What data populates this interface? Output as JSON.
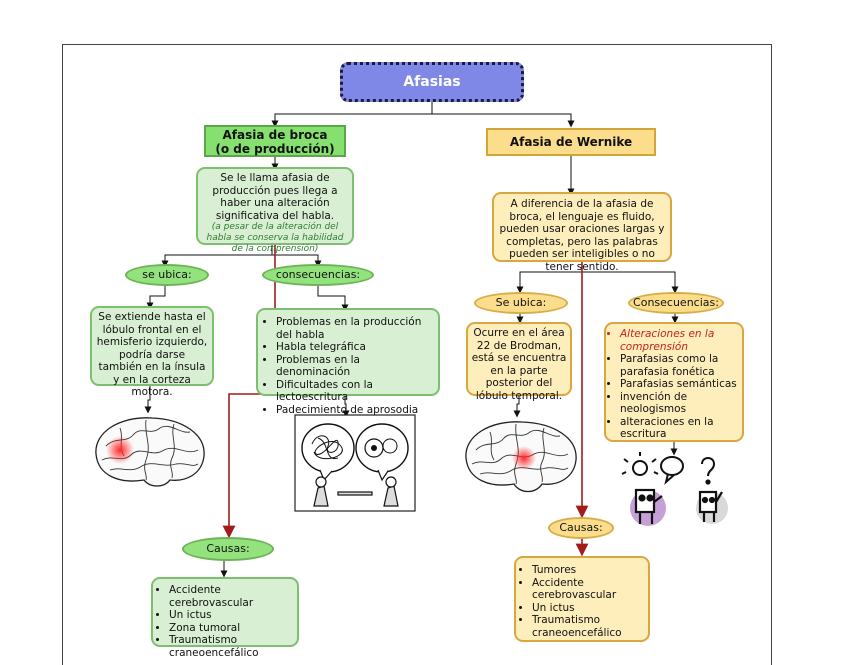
{
  "title": "Afasias",
  "broca": {
    "header_line1": "Afasia de broca",
    "header_line2": "(o de producción)",
    "description": "Se le llama afasia de producción pues llega a haber una alteración significativa del habla.",
    "note": "(a pesar de la alteración del habla se conserva la habilidad de la comprensión)",
    "location_label": "se ubica:",
    "location_text": "Se extiende hasta el lóbulo frontal en el hemisferio izquierdo, podría darse también en la ínsula y en la corteza motora.",
    "consequences_label": "consecuencias:",
    "consequences": [
      "Problemas en la producción del habla",
      "Habla telegráfica",
      "Problemas en la denominación",
      "Dificultades con la lectoescritura",
      "Padecimiento de aprosodia"
    ],
    "causes_label": "Causas:",
    "causes": [
      "Accidente cerebrovascular",
      "Un ictus",
      "Zona tumoral",
      "Traumatismo craneoencefálico"
    ]
  },
  "wernike": {
    "header": "Afasia de Wernike",
    "description": "A diferencia de la afasia de broca, el lenguaje es fluido, pueden usar oraciones largas y completas, pero las palabras pueden ser inteligibles o no tener sentido.",
    "location_label": "Se ubica:",
    "location_text": "Ocurre en el área 22 de Brodman, está se encuentra en la parte posterior del lóbulo temporal.",
    "consequences_label": "Consecuencias:",
    "consequences_highlight": "Alteraciones en la comprensión",
    "consequences": [
      "Parafasias como la parafasia fonética",
      "Parafasias semánticas",
      "invención de neologismos",
      "alteraciones en la escritura"
    ],
    "causes_label": "Causas:",
    "causes": [
      "Tumores",
      "Accidente cerebrovascular",
      "Un ictus",
      "Traumatismo craneoencefálico"
    ]
  },
  "colors": {
    "title_fill": "#7f88e6",
    "green_fill": "#d9efd3",
    "yellow_fill": "#fdeebc",
    "red_line": "#a31b1b"
  }
}
